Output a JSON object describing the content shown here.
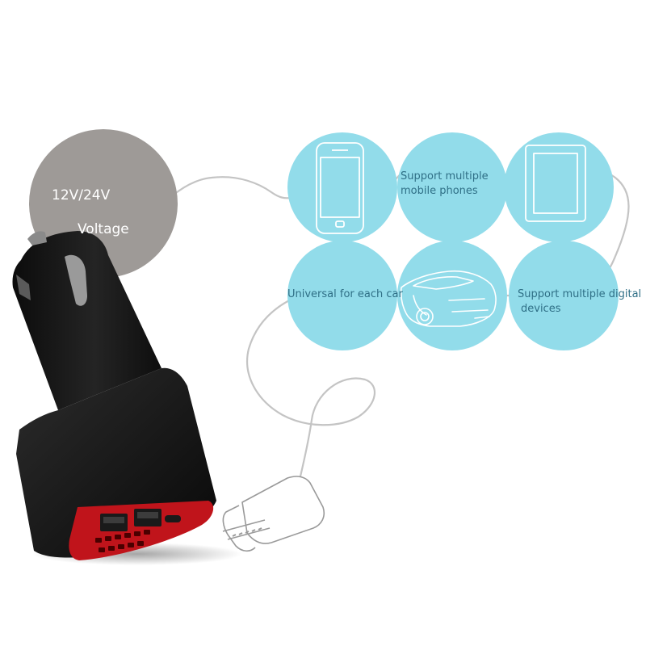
{
  "voltage": {
    "line1": "12V/24V",
    "line2": "Voltage",
    "color": "#9e9a97"
  },
  "features": {
    "phones": [
      "Support multiple",
      "mobile phones"
    ],
    "car": "Universal for each car",
    "digital": [
      "Support multiple digital",
      "devices"
    ]
  },
  "colors": {
    "bubble": "#92dcea",
    "label_text": "#2f6f86",
    "charger_body": "#151515",
    "charger_face": "#c0141b",
    "cable": "#c4c4c4"
  },
  "icons": [
    "smartphone-icon",
    "tablet-icon",
    "sports-car-icon",
    "usb-c-connector-icon"
  ]
}
